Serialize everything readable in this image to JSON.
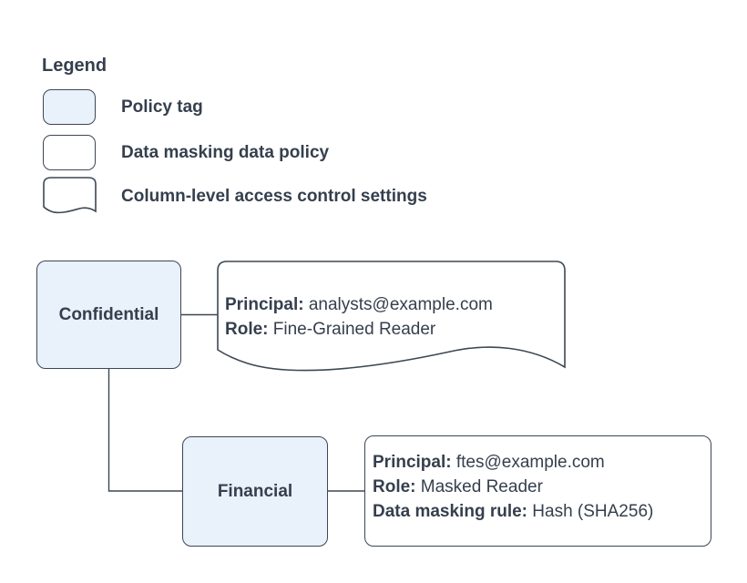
{
  "colors": {
    "background": "#ffffff",
    "policy_tag_fill": "#e9f1fb",
    "shape_stroke": "#3d4754",
    "text": "#353f4d",
    "note_fill": "#ffffff"
  },
  "legend": {
    "title": "Legend",
    "items": [
      {
        "shape": "policy-tag",
        "label": "Policy tag"
      },
      {
        "shape": "data-masking-data-policy",
        "label": "Data masking data policy"
      },
      {
        "shape": "column-access-document",
        "label": "Column-level access control settings"
      }
    ]
  },
  "diagram": {
    "policy_tags": [
      {
        "label": "Confidential"
      },
      {
        "label": "Financial"
      }
    ],
    "confidential_access_settings": {
      "lines": [
        {
          "label": "Principal:",
          "value": "analysts@example.com"
        },
        {
          "label": "Role:",
          "value": "Fine-Grained Reader"
        }
      ]
    },
    "financial_data_policy": {
      "lines": [
        {
          "label": "Principal:",
          "value": "ftes@example.com"
        },
        {
          "label": "Role:",
          "value": "Masked Reader"
        },
        {
          "label": "Data masking rule:",
          "value": "Hash (SHA256)"
        }
      ]
    }
  }
}
